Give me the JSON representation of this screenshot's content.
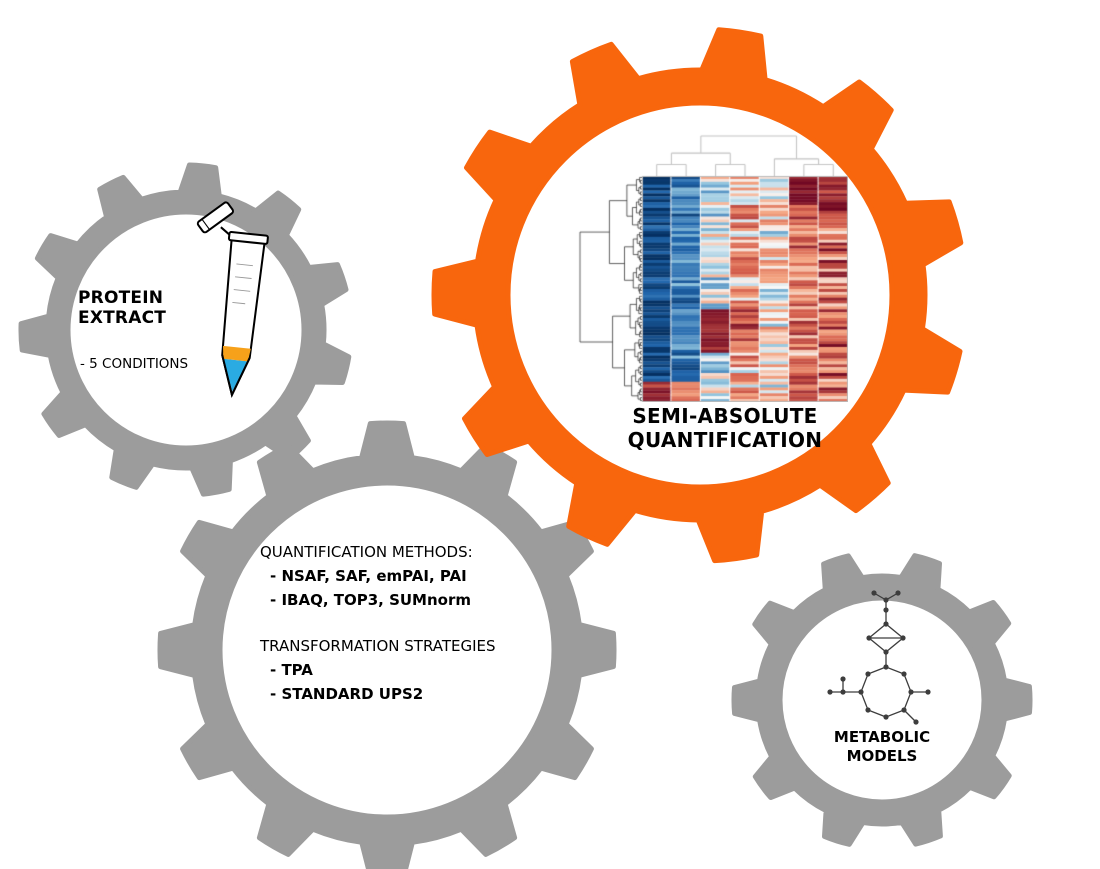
{
  "colors": {
    "accent_orange": "#f8660d",
    "gear_gray": "#9c9c9c",
    "tube_liquid_blue": "#2aabe2",
    "tube_band_orange": "#f7a11a",
    "heat_dark_blue": "#053061",
    "heat_dark_red": "#67001f"
  },
  "gears": {
    "protein_extract": {
      "title_line1": "PROTEIN",
      "title_line2": "EXTRACT",
      "bullet": "- 5 CONDITIONS"
    },
    "semi_absolute": {
      "title_line1": "SEMI-ABSOLUTE",
      "title_line2": "QUANTIFICATION"
    },
    "quantification": {
      "heading1": "QUANTIFICATION METHODS:",
      "items1": [
        "- NSAF, SAF, emPAI, PAI",
        "- IBAQ, TOP3, SUMnorm"
      ],
      "heading2": "TRANSFORMATION STRATEGIES",
      "items2": [
        "- TPA",
        "- STANDARD UPS2"
      ]
    },
    "metabolic": {
      "title_line1": "METABOLIC",
      "title_line2": "MODELS"
    }
  }
}
